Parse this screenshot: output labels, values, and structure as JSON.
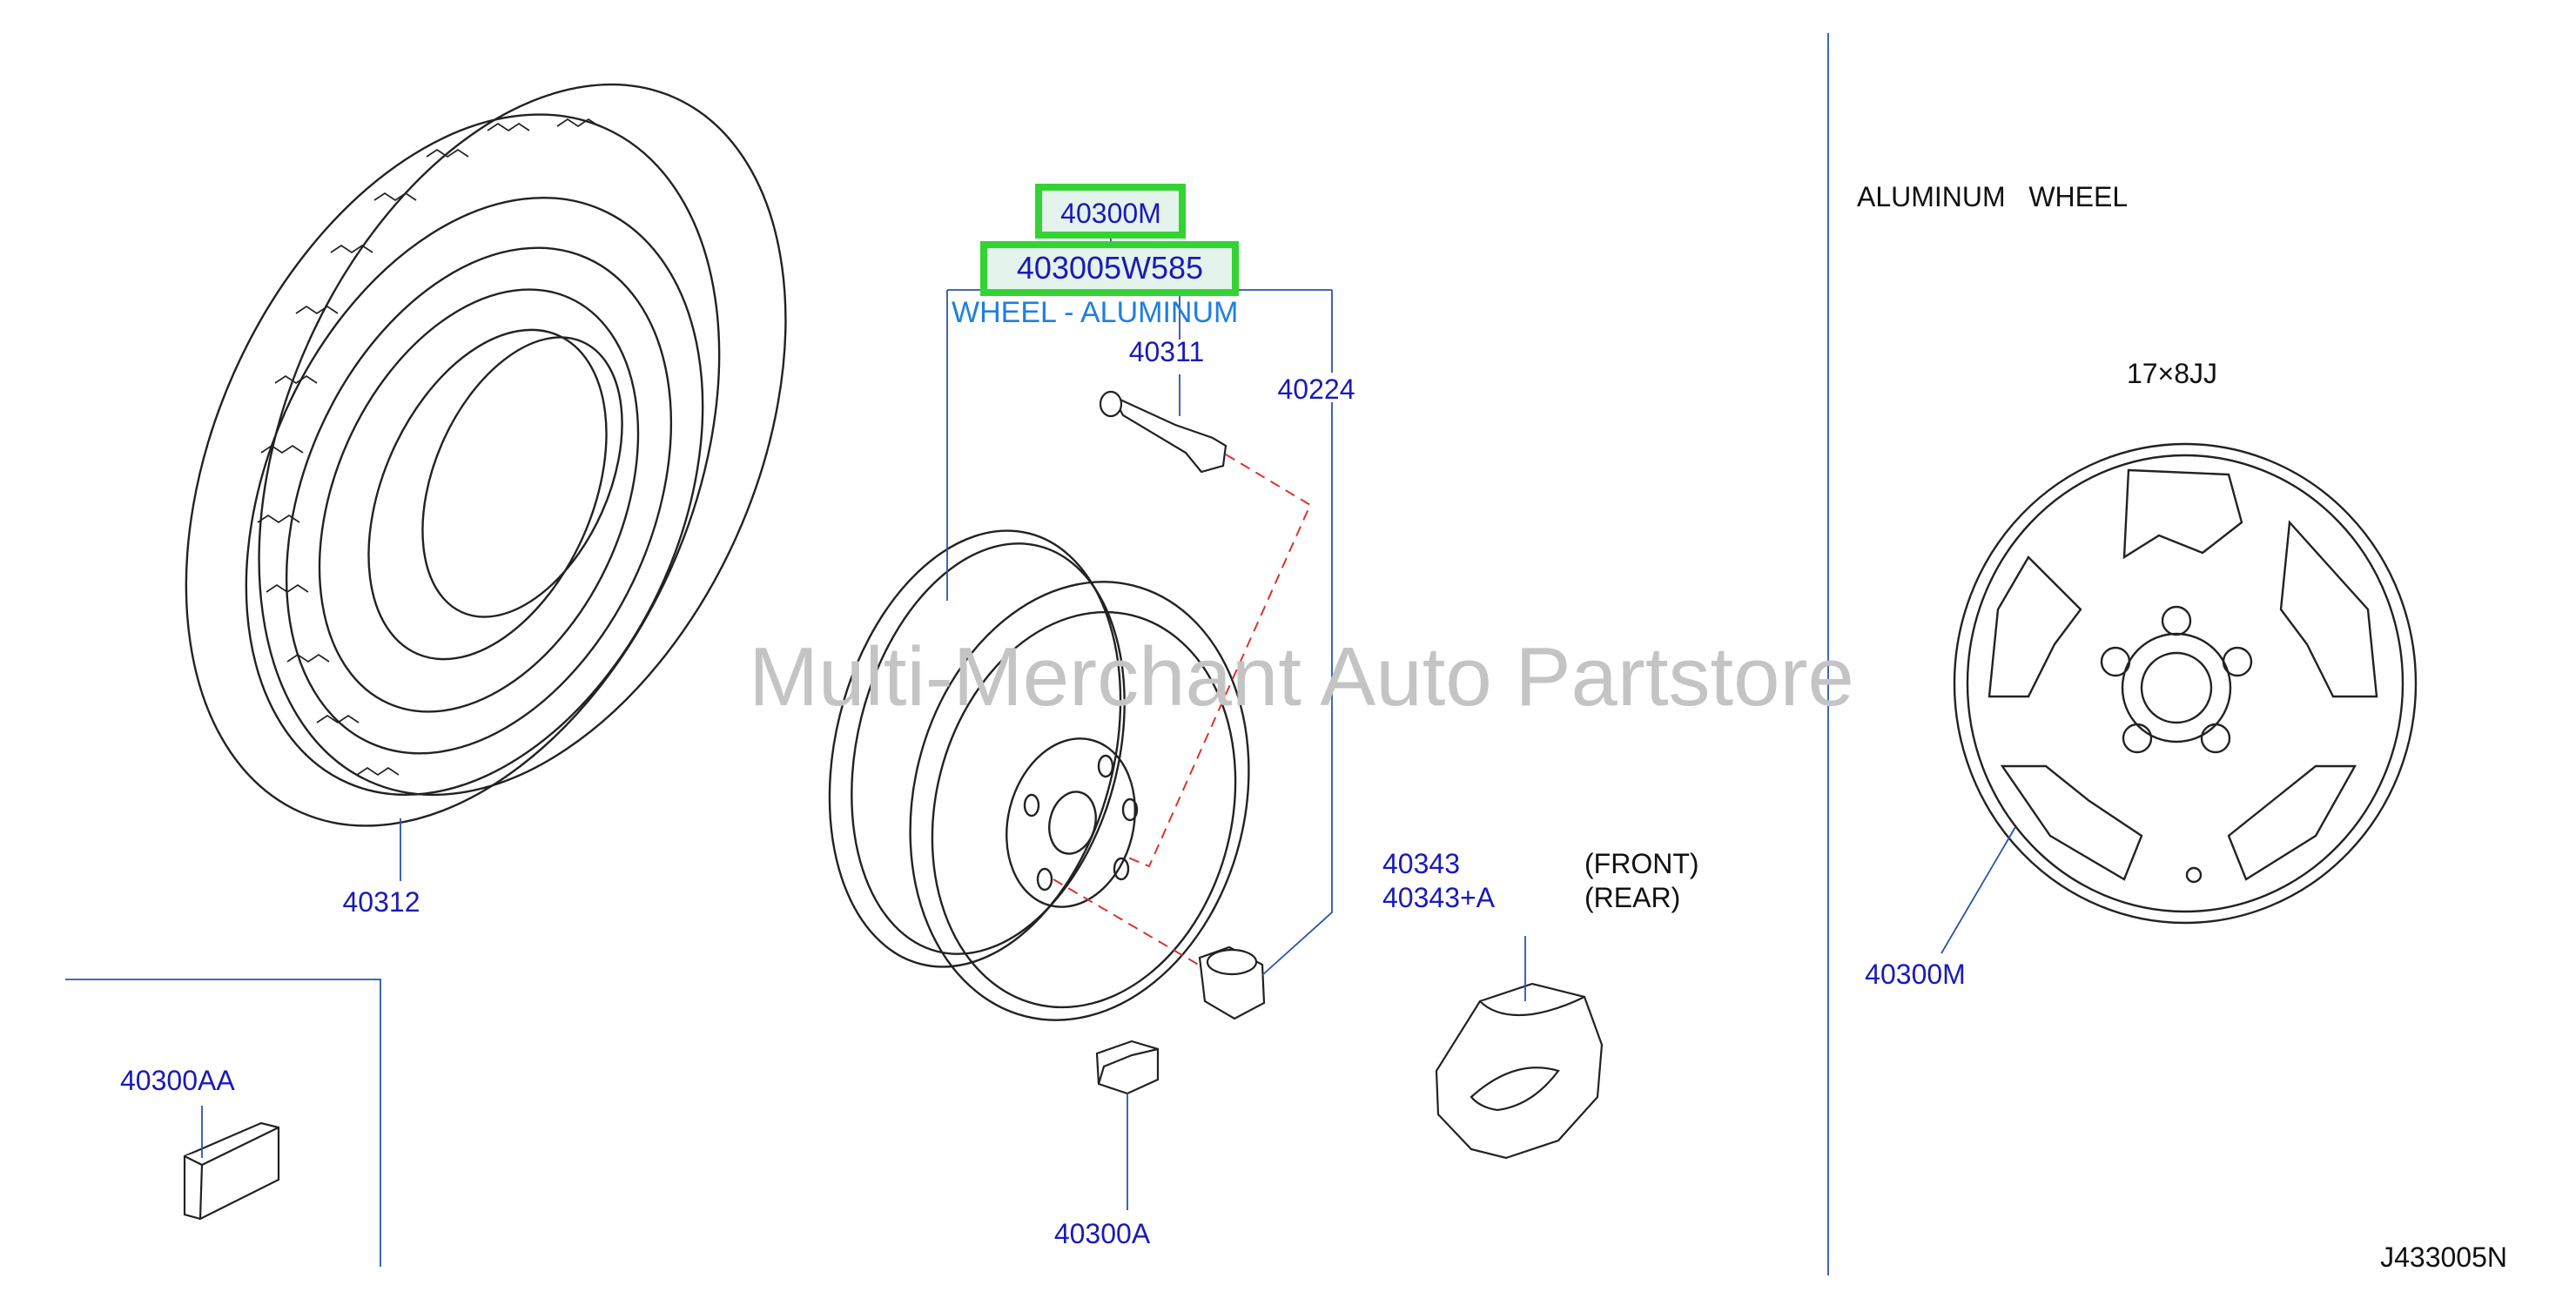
{
  "colors": {
    "part_label": "#1a1ab8",
    "link_label": "#1f7fe0",
    "leader": "#2a55a6",
    "linework": "#222222",
    "dash": "#d9332f",
    "highlight": "#33d333",
    "highlight_fill": "#e4f3ec",
    "watermark": "#c4c4c4",
    "panel_text": "#111111"
  },
  "highlights": {
    "main_part": "40300M",
    "oem_number": "403005W585"
  },
  "parts": {
    "wheel_link": "WHEEL - ALUMINUM",
    "valve": "40311",
    "nut_ref": "40224",
    "tire": "40312",
    "cap_front": "40343",
    "cap_rear": "40343+A",
    "front_note": "(FRONT)",
    "rear_note": "(REAR)",
    "weight": "40300AA",
    "plug": "40300A",
    "wheel_detail": "40300M"
  },
  "panel": {
    "title": "ALUMINUM   WHEEL",
    "size": "17×8JJ"
  },
  "diagram_code": "J433005N",
  "watermark": "Multi-Merchant Auto Partstore"
}
